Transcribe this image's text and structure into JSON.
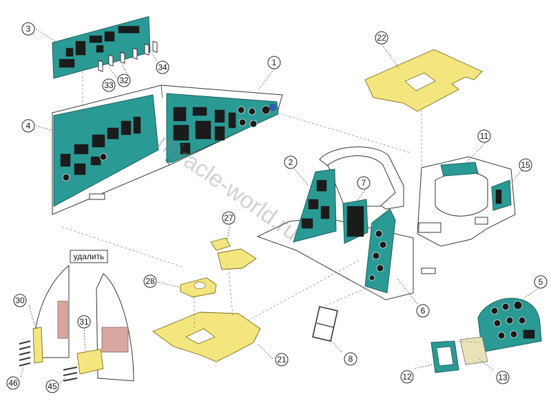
{
  "watermark": "miracle-world.ru",
  "remove_label": "удалить",
  "colors": {
    "panel_teal": "#2a9a95",
    "photo_etch_yellow": "#f3e67e",
    "clear_part_pink": "#d8a8a0"
  },
  "callouts": {
    "c1": "1",
    "c2": "2",
    "c3": "3",
    "c4": "4",
    "c5": "5",
    "c6": "6",
    "c7": "7",
    "c8": "8",
    "c11": "11",
    "c12": "12",
    "c13": "13",
    "c15": "15",
    "c21": "21",
    "c22": "22",
    "c27": "27",
    "c28": "28",
    "c30": "30",
    "c31": "31",
    "c32": "32",
    "c33": "33",
    "c34": "34",
    "c45": "45",
    "c46": "46"
  }
}
